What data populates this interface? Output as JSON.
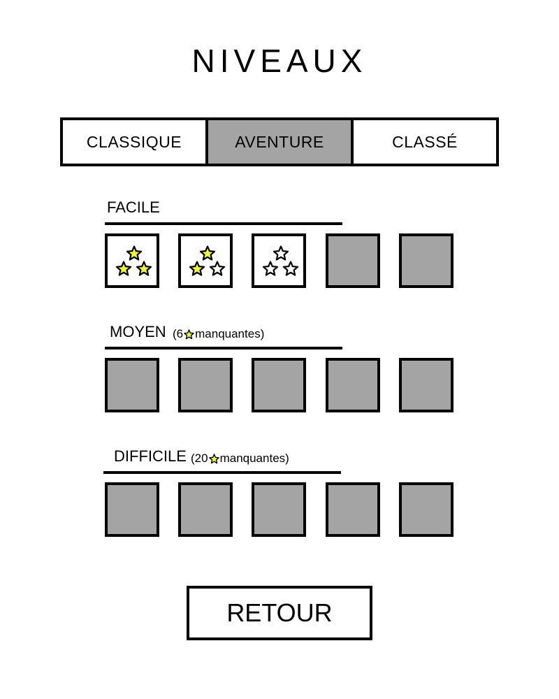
{
  "title": "NIVEAUX",
  "tabs": [
    {
      "label": "CLASSIQUE",
      "active": false
    },
    {
      "label": "AVENTURE",
      "active": true
    },
    {
      "label": "CLASSÉ",
      "active": false
    }
  ],
  "colors": {
    "star_earned": "#eef53a",
    "locked_tile": "#a4a4a4",
    "border": "#000000"
  },
  "sections": [
    {
      "name": "FACILE",
      "note_prefix": "",
      "note_suffix": "",
      "levels": [
        {
          "locked": false,
          "stars_earned": 3,
          "stars_max": 3
        },
        {
          "locked": false,
          "stars_earned": 2,
          "stars_max": 3
        },
        {
          "locked": false,
          "stars_earned": 0,
          "stars_max": 3
        },
        {
          "locked": true
        },
        {
          "locked": true
        }
      ]
    },
    {
      "name": "MOYEN",
      "note_prefix": "(6",
      "note_suffix": "manquantes)",
      "levels": [
        {
          "locked": true
        },
        {
          "locked": true
        },
        {
          "locked": true
        },
        {
          "locked": true
        },
        {
          "locked": true
        }
      ]
    },
    {
      "name": "DIFFICILE",
      "note_prefix": "(20",
      "note_suffix": "manquantes)",
      "levels": [
        {
          "locked": true
        },
        {
          "locked": true
        },
        {
          "locked": true
        },
        {
          "locked": true
        },
        {
          "locked": true
        }
      ]
    }
  ],
  "back_label": "RETOUR"
}
